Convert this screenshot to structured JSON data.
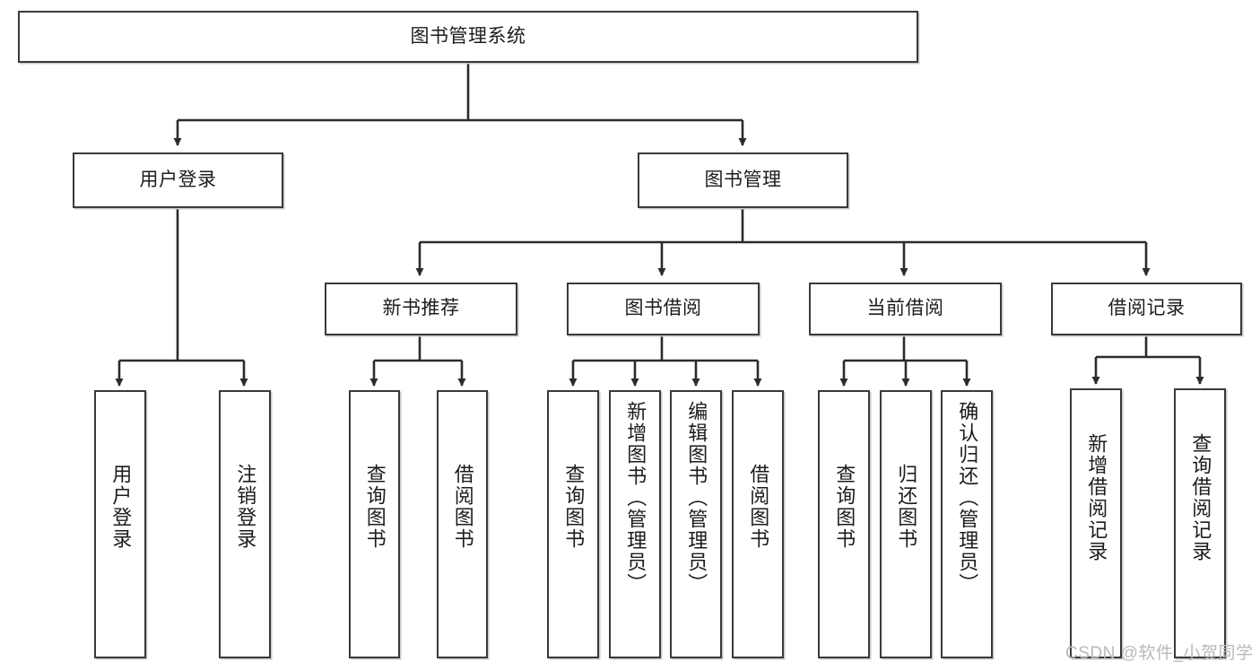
{
  "diagram": {
    "type": "hierarchy-tree",
    "title": "图书管理系统",
    "watermark": "CSDN @软件_小贺同学",
    "colors": {
      "border": "#3a3a3a",
      "background": "#ffffff",
      "text": "#1c1c1c",
      "connector": "#2b2b2b",
      "watermark": "#b9b9b9"
    },
    "root": {
      "label": "图书管理系统"
    },
    "level2": [
      {
        "label": "用户登录"
      },
      {
        "label": "图书管理"
      }
    ],
    "level3": [
      {
        "label": "新书推荐"
      },
      {
        "label": "图书借阅"
      },
      {
        "label": "当前借阅"
      },
      {
        "label": "借阅记录"
      }
    ],
    "leaves": {
      "user_login": [
        {
          "label": "用户登录"
        },
        {
          "label": "注销登录"
        }
      ],
      "new_book_recommend": [
        {
          "label": "查询图书"
        },
        {
          "label": "借阅图书"
        }
      ],
      "book_borrow": [
        {
          "label": "查询图书"
        },
        {
          "label": "新增图书（管理员）"
        },
        {
          "label": "编辑图书（管理员）"
        },
        {
          "label": "借阅图书"
        }
      ],
      "current_borrow": [
        {
          "label": "查询图书"
        },
        {
          "label": "归还图书"
        },
        {
          "label": "确认归还（管理员）"
        }
      ],
      "borrow_record": [
        {
          "label": "新增借阅记录"
        },
        {
          "label": "查询借阅记录"
        }
      ]
    }
  }
}
